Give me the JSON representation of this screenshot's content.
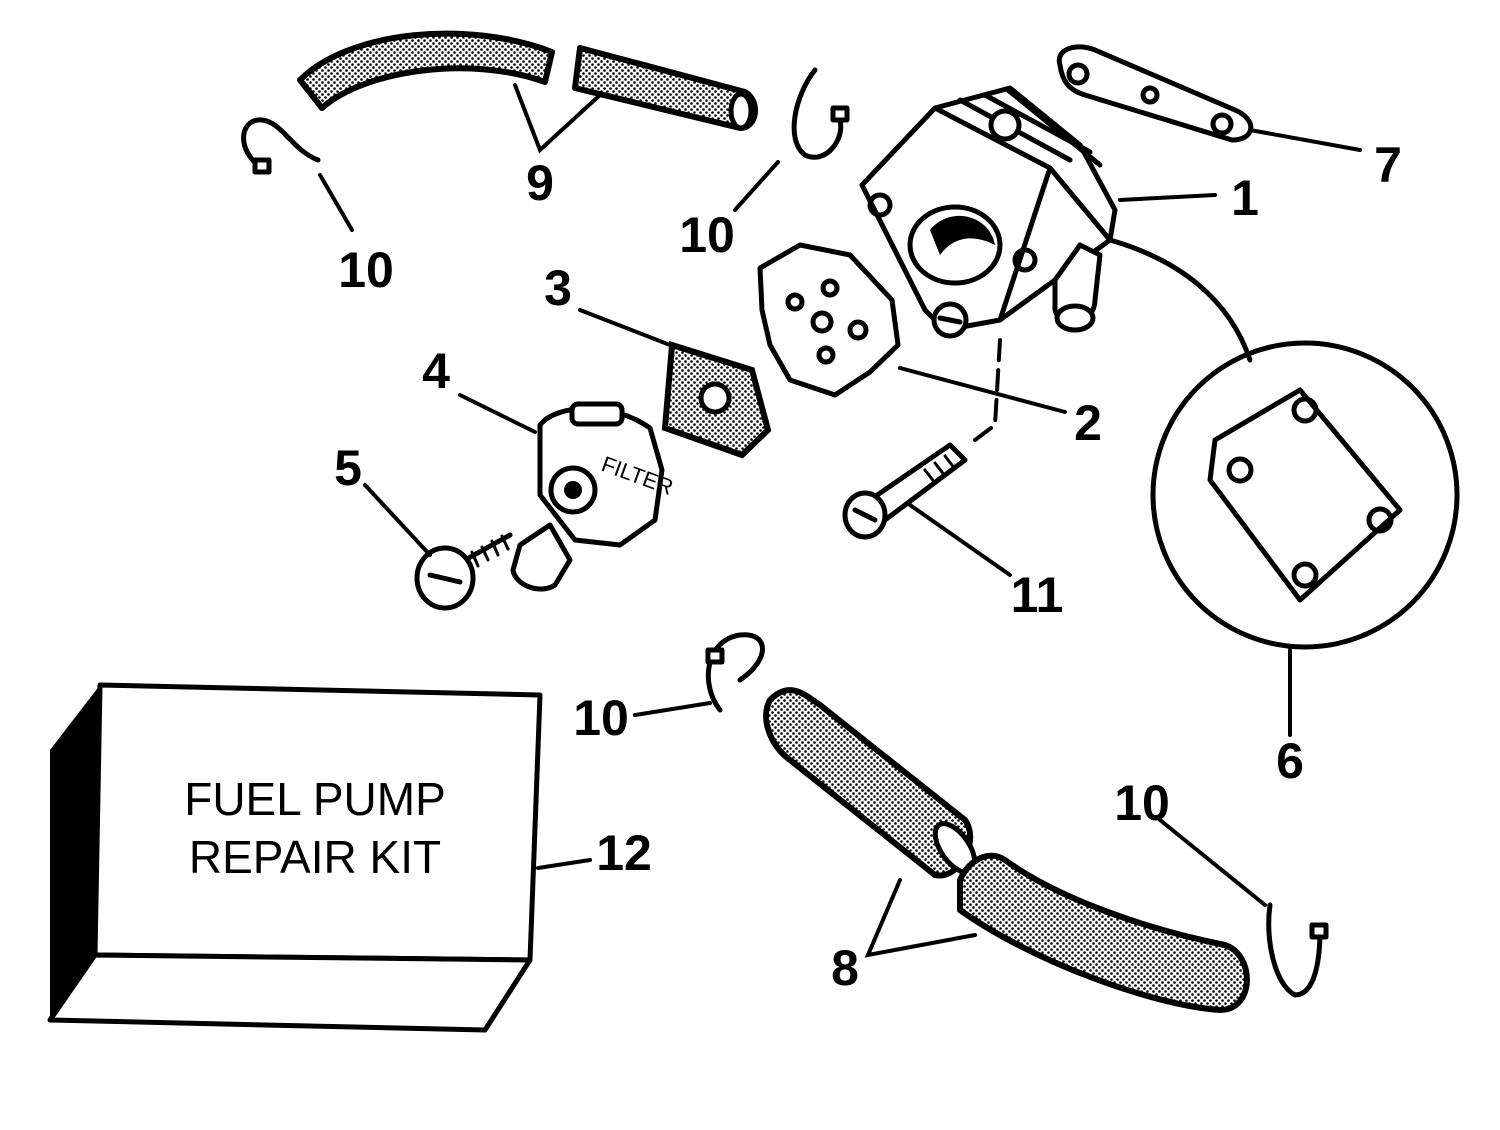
{
  "kit_label": {
    "line1": "FUEL PUMP",
    "line2": "REPAIR KIT"
  },
  "callouts": {
    "pump": "1",
    "diaphragm": "2",
    "gasket_filter": "3",
    "filter_cover": "4",
    "cover_screw": "5",
    "mounting_gasket": "6",
    "pump_gasket": "7",
    "hose_lower": "8",
    "hose_upper": "9",
    "clamp_upper_left": "10",
    "clamp_upper_mid": "10",
    "clamp_lower_left": "10",
    "clamp_lower_right": "10",
    "pump_screw": "11",
    "repair_kit": "12"
  },
  "filter_cover_text": "FILTER"
}
